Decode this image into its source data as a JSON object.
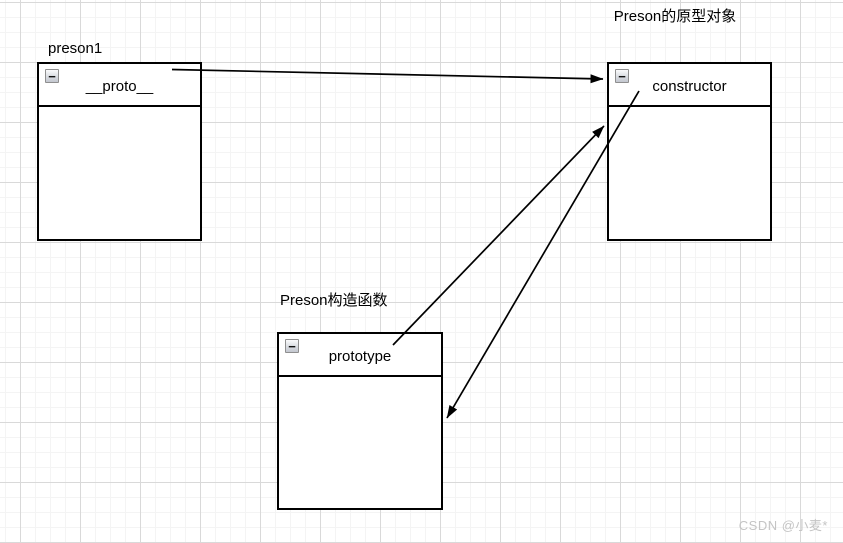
{
  "page": {
    "watermark": "CSDN @小麦*"
  },
  "diagram": {
    "nodes": {
      "preson1": {
        "title": "preson1",
        "field": "__proto__"
      },
      "prototype_object": {
        "title": "Preson的原型对象",
        "field": "constructor"
      },
      "constructor_function": {
        "title": "Preson构造函数",
        "field": "prototype"
      }
    },
    "edges": [
      {
        "from": "preson1.__proto__",
        "to": "Preson的原型对象"
      },
      {
        "from": "Preson构造函数.prototype",
        "to": "Preson的原型对象"
      },
      {
        "from": "Preson的原型对象.constructor",
        "to": "Preson构造函数"
      }
    ],
    "icons": {
      "collapse_glyph": "−"
    }
  },
  "colors": {
    "node_border": "#000000",
    "node_fill": "#ffffff",
    "edge": "#000000",
    "grid_major": "#d9d9d9",
    "grid_minor": "#f4f4f4",
    "watermark": "#c4c4c4"
  }
}
